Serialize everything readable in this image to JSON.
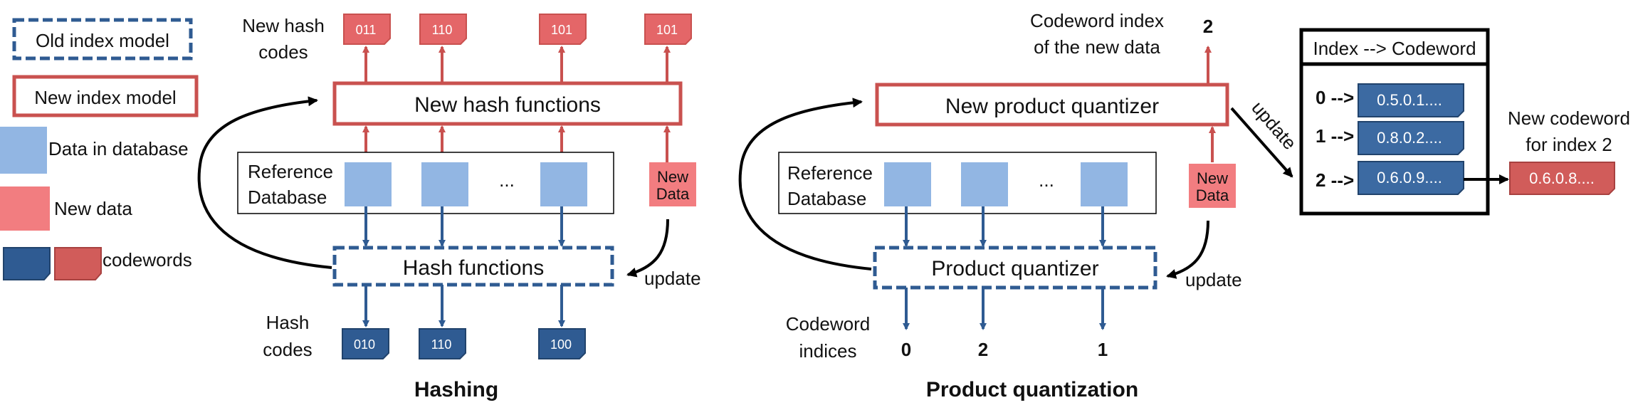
{
  "colors": {
    "old_blue": "#2f5b92",
    "new_red": "#c9514f",
    "db_blue": "#92b6e3",
    "new_pink": "#f27d80",
    "cw_blue": "#3c6aa2",
    "cw_red": "#d15c5a",
    "code_red": "#e46668"
  },
  "legend": {
    "old_index_model": "Old index model",
    "new_index_model": "New index model",
    "data_in_database": "Data in database",
    "new_data": "New data",
    "codewords": "codewords"
  },
  "hashing": {
    "title": "Hashing",
    "new_hash_codes_label": [
      "New hash",
      "codes"
    ],
    "new_hash_codes": [
      "011",
      "110",
      "101",
      "101"
    ],
    "new_hash_functions": "New hash functions",
    "reference_database": [
      "Reference",
      "Database"
    ],
    "ellipsis": "...",
    "new_data": [
      "New",
      "Data"
    ],
    "hash_functions": "Hash functions",
    "update": "update",
    "hash_codes_label": [
      "Hash",
      "codes"
    ],
    "hash_codes": [
      "010",
      "110",
      "100"
    ]
  },
  "pq": {
    "title": "Product quantization",
    "codeword_index_label": [
      "Codeword index",
      "of the new data"
    ],
    "codeword_index_value": "2",
    "new_product_quantizer": "New product quantizer",
    "reference_database": [
      "Reference",
      "Database"
    ],
    "ellipsis": "...",
    "new_data": [
      "New",
      "Data"
    ],
    "product_quantizer": "Product quantizer",
    "update": "update",
    "codeword_indices_label": [
      "Codeword",
      "indices"
    ],
    "codeword_indices": [
      "0",
      "2",
      "1"
    ],
    "update_diag": "update"
  },
  "codebook": {
    "header": "Index --> Codeword",
    "rows": [
      {
        "index": "0 -->",
        "codeword": "0.5.0.1...."
      },
      {
        "index": "1 -->",
        "codeword": "0.8.0.2...."
      },
      {
        "index": "2 -->",
        "codeword": "0.6.0.9...."
      }
    ],
    "new_codeword_label": [
      "New codeword",
      "for index 2"
    ],
    "new_codeword": "0.6.0.8...."
  }
}
